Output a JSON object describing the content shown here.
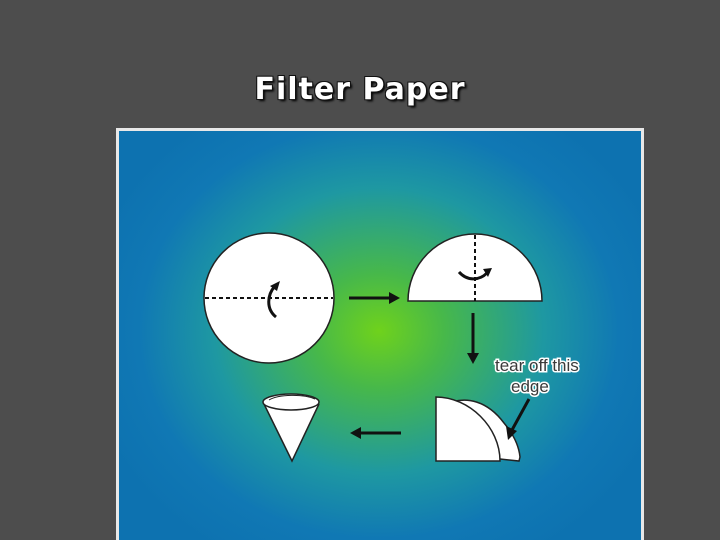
{
  "slide": {
    "title": "Filter Paper"
  },
  "diagram": {
    "note_lines": [
      "tear off this",
      "edge"
    ],
    "colors": {
      "background": "#4d4d4d",
      "panel_center": "#6fd21c",
      "panel_edge": "#0d72b0",
      "paper": "#ffffff",
      "ink": "#111111"
    },
    "icons": [
      "curved-arrow-icon",
      "right-arrow-icon",
      "down-arrow-icon",
      "left-arrow-icon",
      "pointer-arrow-icon"
    ]
  }
}
